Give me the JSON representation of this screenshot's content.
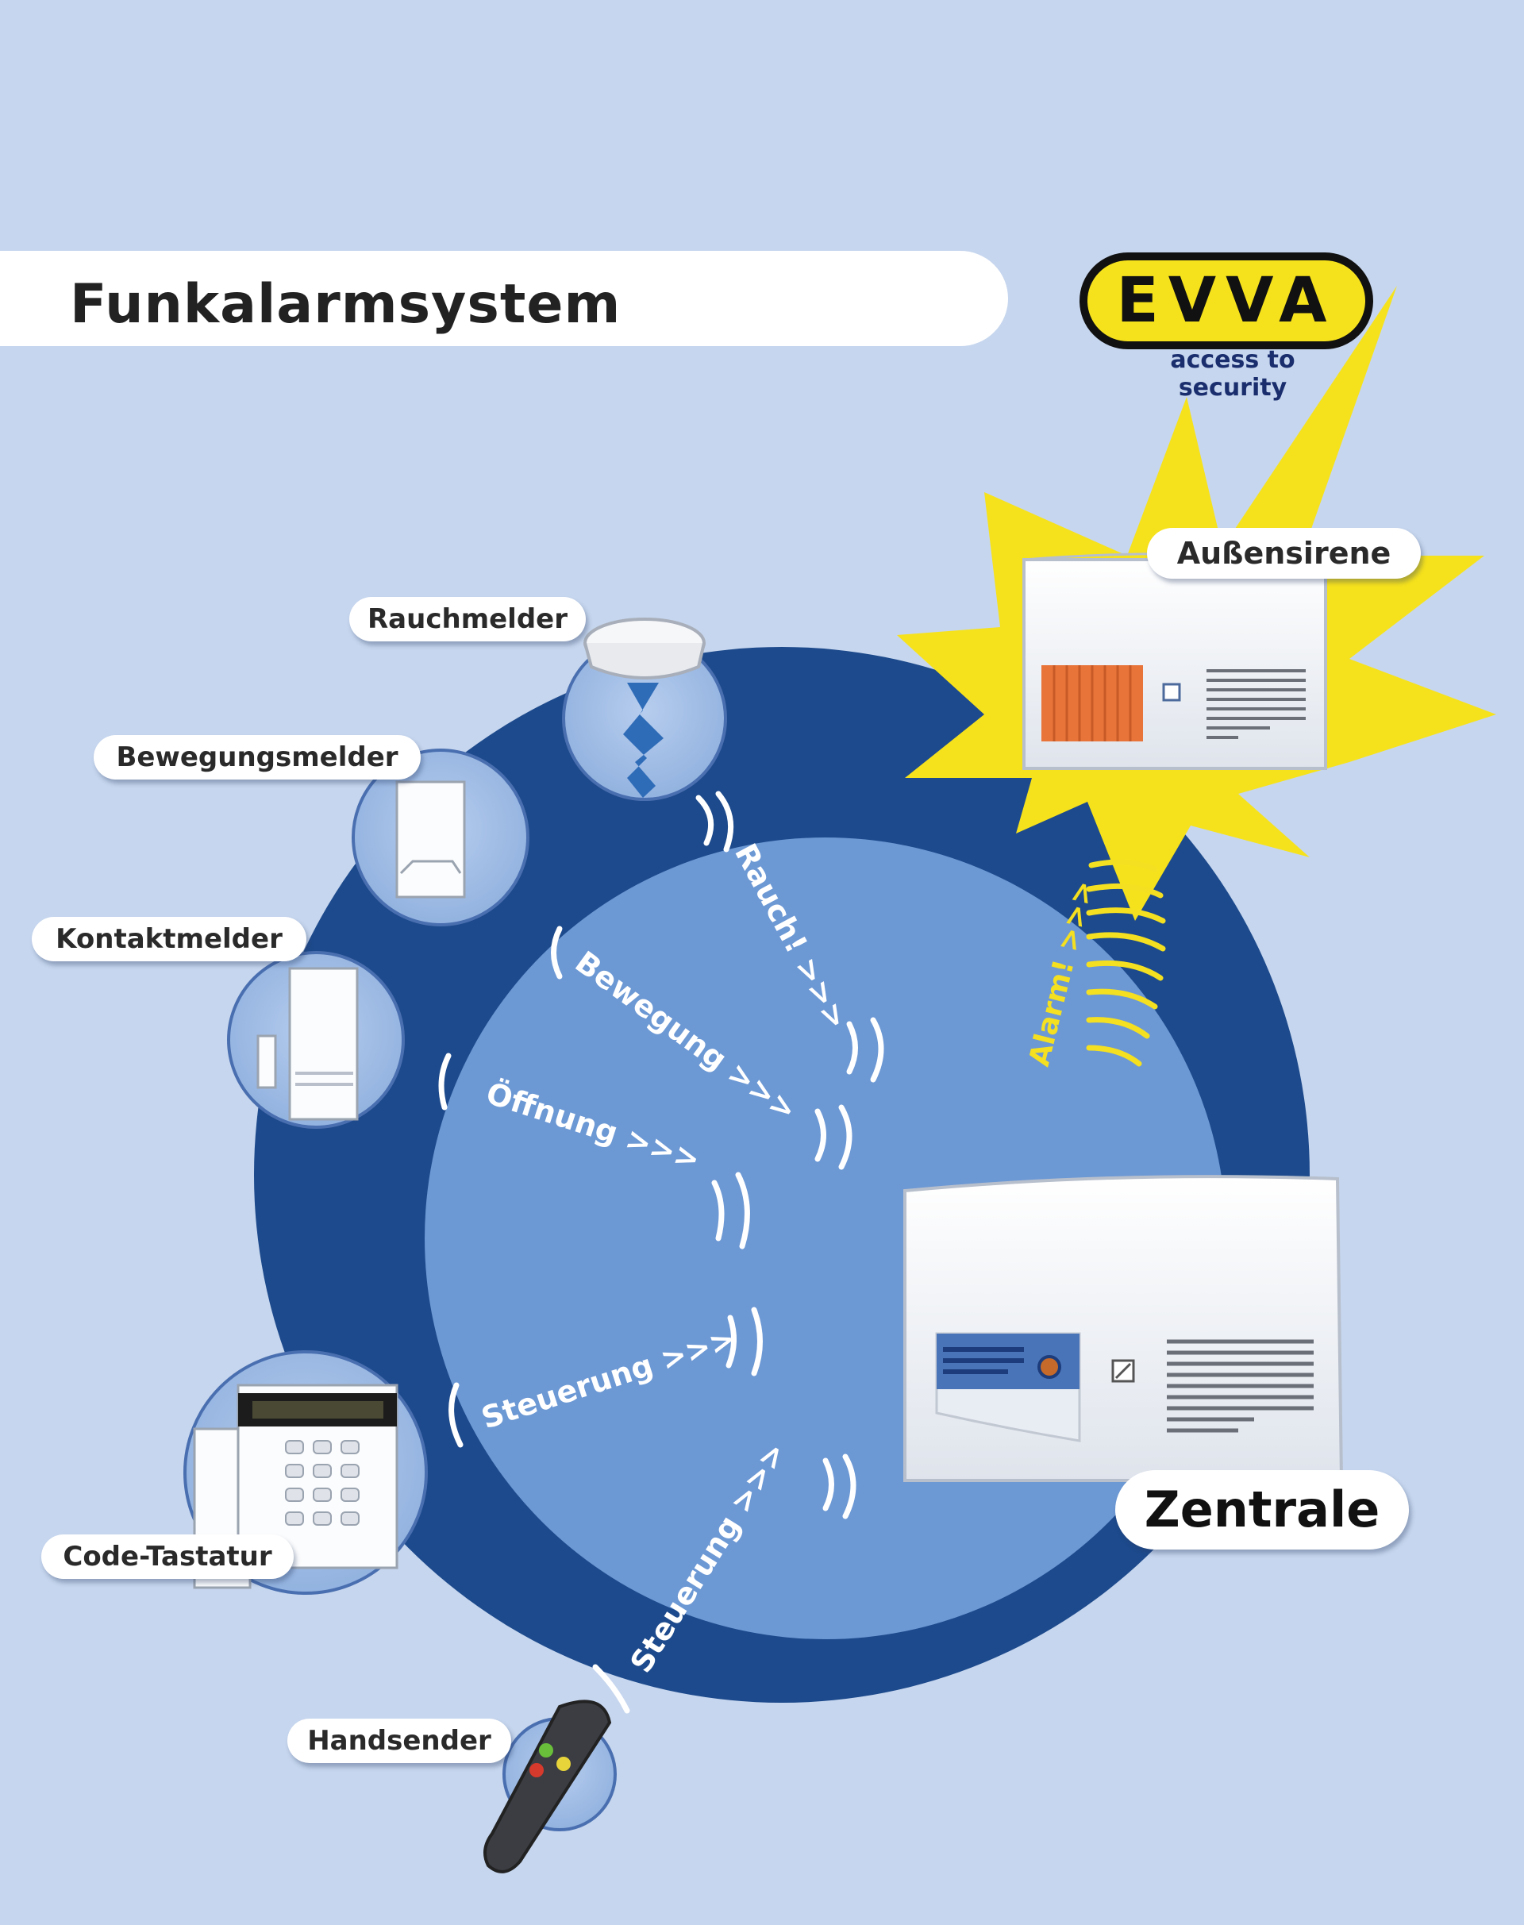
{
  "title": "Funkalarmsystem",
  "logo": {
    "word": "EVVA",
    "tagline": "access to security"
  },
  "devices": {
    "rauchmelder": "Rauchmelder",
    "bewegungsmelder": "Bewegungsmelder",
    "kontaktmelder": "Kontaktmelder",
    "code_tastatur": "Code-Tastatur",
    "handsender": "Handsender",
    "aussensirene": "Außensirene",
    "zentrale": "Zentrale"
  },
  "signals": {
    "rauch": "Rauch! >>>",
    "bewegung": "Bewegung >>>",
    "oeffnung": "Öffnung >>>",
    "steuerung_tastatur": "Steuerung >>>",
    "steuerung_handsender": "Steuerung >>>",
    "alarm": "Alarm! >>>"
  },
  "colors": {
    "background": "#c6d6ee",
    "outer_circle": "#1d4a8c",
    "inner_circle": "#6c98d4",
    "alarm_burst": "#f6e21c",
    "logo_yellow": "#f6e21c"
  }
}
